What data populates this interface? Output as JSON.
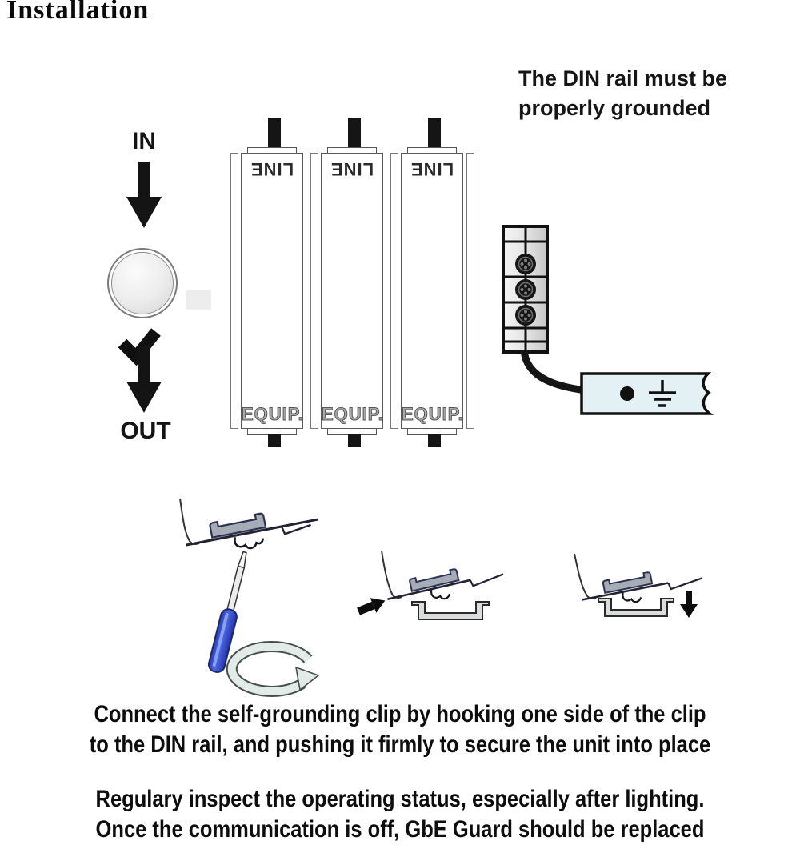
{
  "page": {
    "title": "Installation",
    "grounding_note": {
      "line1": "The DIN rail must be",
      "line2": "properly grounded"
    }
  },
  "flow_labels": {
    "in": "IN",
    "out": "OUT"
  },
  "devices": {
    "units": [
      {
        "line_label": "LINE",
        "equip_label": "EQUIP."
      },
      {
        "line_label": "LINE",
        "equip_label": "EQUIP."
      },
      {
        "line_label": "LINE",
        "equip_label": "EQUIP."
      }
    ]
  },
  "instructions": {
    "clip": {
      "line1": "Connect the self-grounding clip by hooking one side of the clip",
      "line2": "to the DIN rail, and pushing it firmly to secure the unit into place"
    },
    "inspect": {
      "line1": "Regulary inspect the operating status, especially after lighting.",
      "line2": "Once the communication is off, GbE Guard should be replaced"
    }
  },
  "icons": {
    "down_arrow": "down-arrow",
    "check": "check-mark",
    "ground_symbol": "earth-ground",
    "rotate_arrow": "rotate-clockwise",
    "push_arrow": "push-toward-rail",
    "press_arrow": "press-down"
  },
  "colors": {
    "text": "#111111",
    "connector_black": "#151515",
    "ground_bar_fill": "#e3f0f4",
    "clip_fill": "#a6acb6",
    "clip_outline": "#2b3252",
    "screwdriver_handle": "#3c56d8",
    "rotate_arrow_fill": "#e2ebe7",
    "rail_profile_fill": "#d9dddd"
  }
}
